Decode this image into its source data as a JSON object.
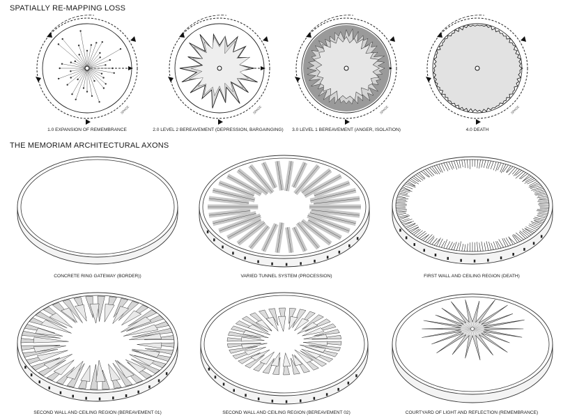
{
  "headings": {
    "remapping": "SPATIALLY RE-MAPPING LOSS",
    "axons": "THE MEMORIAM ARCHITECTURAL AXONS"
  },
  "diagrams": [
    {
      "caption": "1.0 EXPANSION OF REMEMBRANCE",
      "ring_label": "SPACE"
    },
    {
      "caption": "2.0 LEVEL 2 BEREAVEMENT (DEPRESSION, BARGAINGING)",
      "ring_label": "SPACE"
    },
    {
      "caption": "3.0 LEVEL 1 BEREAVEMENT (ANGER, ISOLATION)",
      "ring_label": "SPACE"
    },
    {
      "caption": "4.0 DEATH",
      "ring_label": "SPACE"
    }
  ],
  "axons": [
    {
      "caption": "CONCRETE RING GATEWAY (BORDER))"
    },
    {
      "caption": "VARIED TUNNEL SYSTEM (PROCESSION)"
    },
    {
      "caption": "FIRST WALL AND CEILING REGION (DEATH)"
    },
    {
      "caption": "SECOND WALL AND CEILING REGION (BEREAVEMENT 01)"
    },
    {
      "caption": "SECOND WALL AND CEILING REGION (BEREAVEMENT 02)"
    },
    {
      "caption": "COURTYARD OF LIGHT AND REFLECTION (REMEMBRANCE)"
    }
  ]
}
